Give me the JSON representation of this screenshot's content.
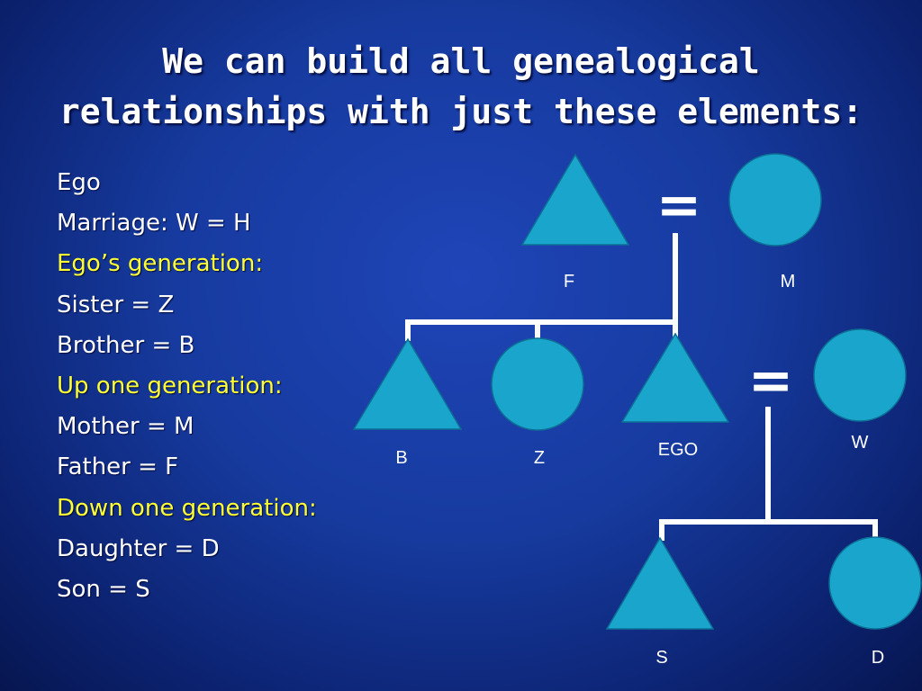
{
  "title": {
    "line1": "We can build all genealogical",
    "line2": "relationships with just these elements:"
  },
  "legend_items": [
    {
      "text": "Ego",
      "kind": "plain"
    },
    {
      "text": "Marriage: W = H",
      "kind": "plain"
    },
    {
      "text": "Ego’s generation:",
      "kind": "heading"
    },
    {
      "text": "Sister = Z",
      "kind": "plain"
    },
    {
      "text": "Brother = B",
      "kind": "plain"
    },
    {
      "text": "Up one generation:",
      "kind": "heading"
    },
    {
      "text": "Mother = M",
      "kind": "plain"
    },
    {
      "text": "Father = F",
      "kind": "plain"
    },
    {
      "text": "Down one generation:",
      "kind": "heading"
    },
    {
      "text": "Daughter = D",
      "kind": "plain"
    },
    {
      "text": "Son = S",
      "kind": "plain"
    }
  ],
  "diagram": {
    "labels": {
      "father": "F",
      "mother": "M",
      "brother": "B",
      "sister": "Z",
      "ego": "EGO",
      "wife": "W",
      "son": "S",
      "daughter": "D"
    },
    "marriage_symbol": "=",
    "colors": {
      "shape_fill": "#1aa5cc",
      "shape_stroke": "#0d6f95",
      "line": "#ffffff",
      "heading_text": "#ffff33"
    }
  }
}
